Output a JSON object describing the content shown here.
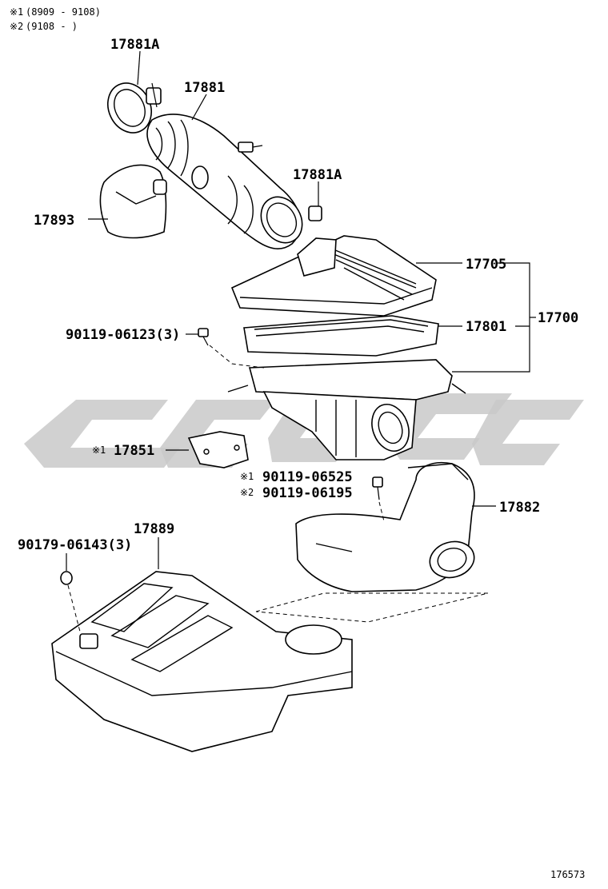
{
  "notes": [
    {
      "mark": "※1",
      "text": "(8909 - 9108)"
    },
    {
      "mark": "※2",
      "text": "(9108 -      )"
    }
  ],
  "labels": {
    "clamp_top": "17881A",
    "hose": "17881",
    "clamp_lower": "17881A",
    "resonator": "17893",
    "cap": "17705",
    "element": "17801",
    "assy": "17700",
    "bolt_3": "90119-06123(3)",
    "bracket_mark": "※1",
    "bracket": "17851",
    "bolt_a_mark": "※1",
    "bolt_a": "90119-06525",
    "bolt_b_mark": "※2",
    "bolt_b": "90119-06195",
    "intake": "17882",
    "silencer": "17889",
    "nut_3": "90179-06143(3)"
  },
  "figure_id": "176573"
}
